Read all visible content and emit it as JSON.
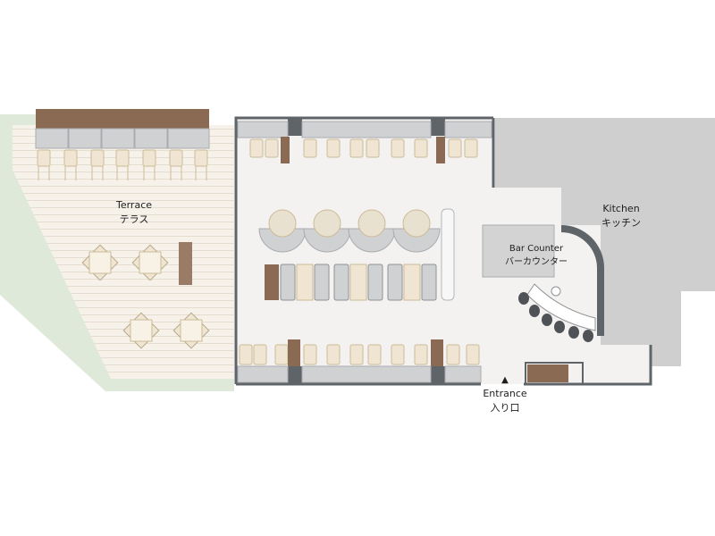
{
  "colors": {
    "wall": "#5f6469",
    "floor": "#f3f2f0",
    "terrace_floor": "#f6f2ea",
    "terrace_stripe": "#e9e3d7",
    "terrace_edge": "#dfe9da",
    "kitchen": "#cfcfcf",
    "sofa": "#cfd1d3",
    "chair": "#efe5d2",
    "chair_outline": "#d4c4a4",
    "table_wood": "#9a7b66",
    "bench_wood": "#8a6a52",
    "bar_stool": "#4f5357"
  },
  "areas": {
    "terrace": {
      "name_en": "Terrace",
      "name_ja": "テラス"
    },
    "kitchen": {
      "name_en": "Kitchen",
      "name_ja": "キッチン"
    },
    "bar_counter": {
      "name_en": "Bar Counter",
      "name_ja": "バーカウンター"
    },
    "entrance": {
      "name_en": "Entrance",
      "name_ja": "入り口",
      "marker": "▲"
    }
  },
  "icons": {
    "entrance_marker": "entrance-arrow-icon"
  }
}
